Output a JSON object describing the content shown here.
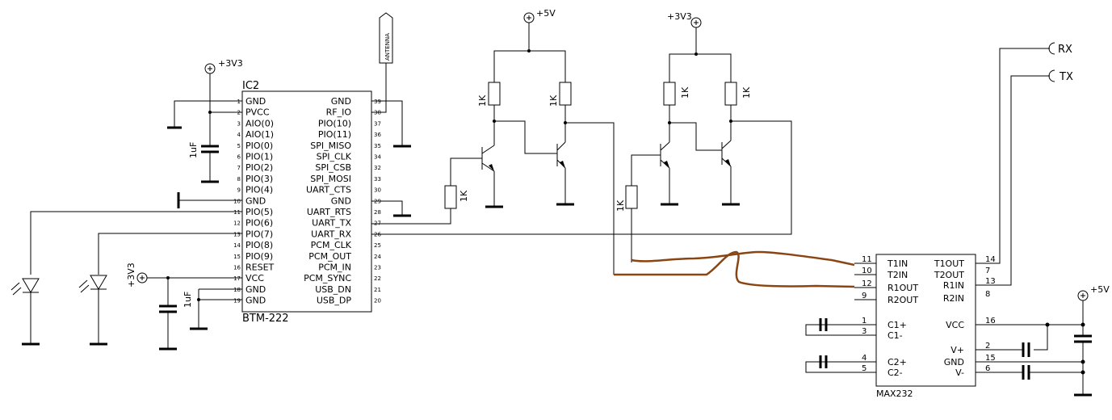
{
  "bt_module": {
    "ref": "IC2",
    "part": "BTM-222",
    "left_pins": [
      {
        "num": "1",
        "name": "GND"
      },
      {
        "num": "2",
        "name": "PVCC"
      },
      {
        "num": "3",
        "name": "AIO(0)"
      },
      {
        "num": "4",
        "name": "AIO(1)"
      },
      {
        "num": "5",
        "name": "PIO(0)"
      },
      {
        "num": "6",
        "name": "PIO(1)"
      },
      {
        "num": "7",
        "name": "PIO(2)"
      },
      {
        "num": "8",
        "name": "PIO(3)"
      },
      {
        "num": "9",
        "name": "PIO(4)"
      },
      {
        "num": "10",
        "name": "GND"
      },
      {
        "num": "11",
        "name": "PIO(5)"
      },
      {
        "num": "12",
        "name": "PIO(6)"
      },
      {
        "num": "13",
        "name": "PIO(7)"
      },
      {
        "num": "14",
        "name": "PIO(8)"
      },
      {
        "num": "15",
        "name": "PIO(9)"
      },
      {
        "num": "16",
        "name": "RESET"
      },
      {
        "num": "17",
        "name": "VCC"
      },
      {
        "num": "18",
        "name": "GND"
      },
      {
        "num": "19",
        "name": "GND"
      }
    ],
    "right_pins": [
      {
        "num": "39",
        "name": "GND"
      },
      {
        "num": "38",
        "name": "RF_IO"
      },
      {
        "num": "37",
        "name": "PIO(10)"
      },
      {
        "num": "36",
        "name": "PIO(11)"
      },
      {
        "num": "35",
        "name": "SPI_MISO"
      },
      {
        "num": "34",
        "name": "SPI_CLK"
      },
      {
        "num": "32",
        "name": "SPI_CSB"
      },
      {
        "num": "33",
        "name": "SPI_MOSI"
      },
      {
        "num": "30",
        "name": "UART_CTS"
      },
      {
        "num": "29",
        "name": "GND"
      },
      {
        "num": "28",
        "name": "UART_RTS"
      },
      {
        "num": "27",
        "name": "UART_TX"
      },
      {
        "num": "26",
        "name": "UART_RX"
      },
      {
        "num": "25",
        "name": "PCM_CLK"
      },
      {
        "num": "24",
        "name": "PCM_OUT"
      },
      {
        "num": "23",
        "name": "PCM_IN"
      },
      {
        "num": "22",
        "name": "PCM_SYNC"
      },
      {
        "num": "21",
        "name": "USB_DN"
      },
      {
        "num": "20",
        "name": "USB_DP"
      }
    ]
  },
  "antenna_label": "ANTENNA",
  "supply_labels": {
    "v33_top_left": "+3V3",
    "v33_left": "+3V3",
    "v5_top": "+5V",
    "v33_top_mid": "+3V3",
    "v5_right": "+5V"
  },
  "capacitor_labels": {
    "c_pvcc": "1uF",
    "c_vcc": "1uF"
  },
  "resistor_labels": [
    "1K",
    "1K",
    "1K",
    "1K",
    "1K",
    "1K"
  ],
  "max232": {
    "part": "MAX232",
    "left_pins": [
      {
        "num": "11",
        "name": "T1IN"
      },
      {
        "num": "10",
        "name": "T2IN"
      },
      {
        "num": "12",
        "name": "R1OUT"
      },
      {
        "num": "9",
        "name": "R2OUT"
      },
      {
        "num": "1",
        "name": "C1+"
      },
      {
        "num": "3",
        "name": "C1-"
      },
      {
        "num": "4",
        "name": "C2+"
      },
      {
        "num": "5",
        "name": "C2-"
      }
    ],
    "right_pins": [
      {
        "num": "14",
        "name": "T1OUT"
      },
      {
        "num": "7",
        "name": "T2OUT"
      },
      {
        "num": "13",
        "name": "R1IN"
      },
      {
        "num": "8",
        "name": "R2IN"
      },
      {
        "num": "16",
        "name": "VCC"
      },
      {
        "num": "2",
        "name": "V+"
      },
      {
        "num": "15",
        "name": "GND"
      },
      {
        "num": "6",
        "name": "V-"
      }
    ]
  },
  "connectors": {
    "rx": "RX",
    "tx": "TX"
  },
  "colors": {
    "wire": "#000000",
    "hand_drawn_wire": "#8b4513"
  }
}
